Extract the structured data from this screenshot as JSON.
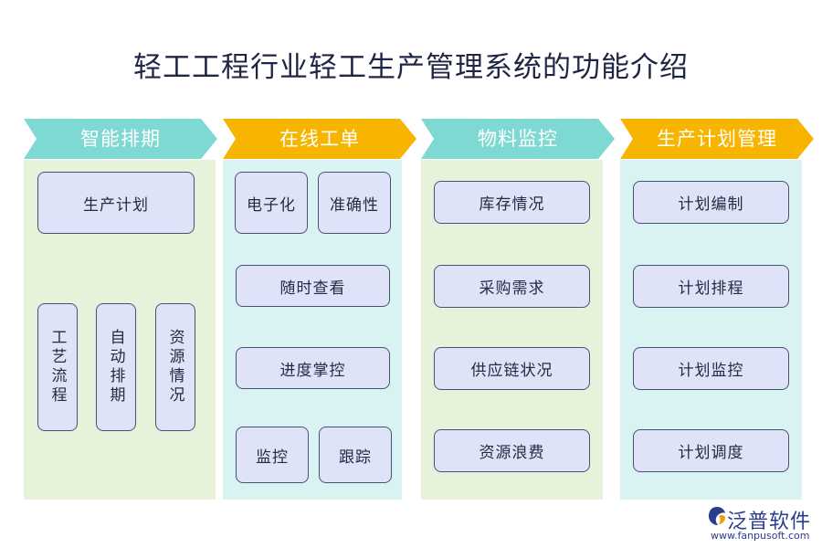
{
  "title": "轻工工程行业轻工生产管理系统的功能介绍",
  "colors": {
    "teal": "#7ed9d3",
    "orange": "#f7b400",
    "green_bg": "#e6f2da",
    "teal_bg": "#d8f3f1",
    "box_fill": "#dfe3f7",
    "box_border": "#4a4f7a"
  },
  "columns": [
    {
      "header": "智能排期",
      "items": [
        "生产计划",
        "工艺流程",
        "自动排期",
        "资源情况"
      ]
    },
    {
      "header": "在线工单",
      "items": [
        "电子化",
        "准确性",
        "随时查看",
        "进度掌控",
        "监控",
        "跟踪"
      ]
    },
    {
      "header": "物料监控",
      "items": [
        "库存情况",
        "采购需求",
        "供应链状况",
        "资源浪费"
      ]
    },
    {
      "header": "生产计划管理",
      "items": [
        "计划编制",
        "计划排程",
        "计划监控",
        "计划调度"
      ]
    }
  ],
  "logo": {
    "name": "泛普软件",
    "url": "www.fanpusoft.com"
  }
}
